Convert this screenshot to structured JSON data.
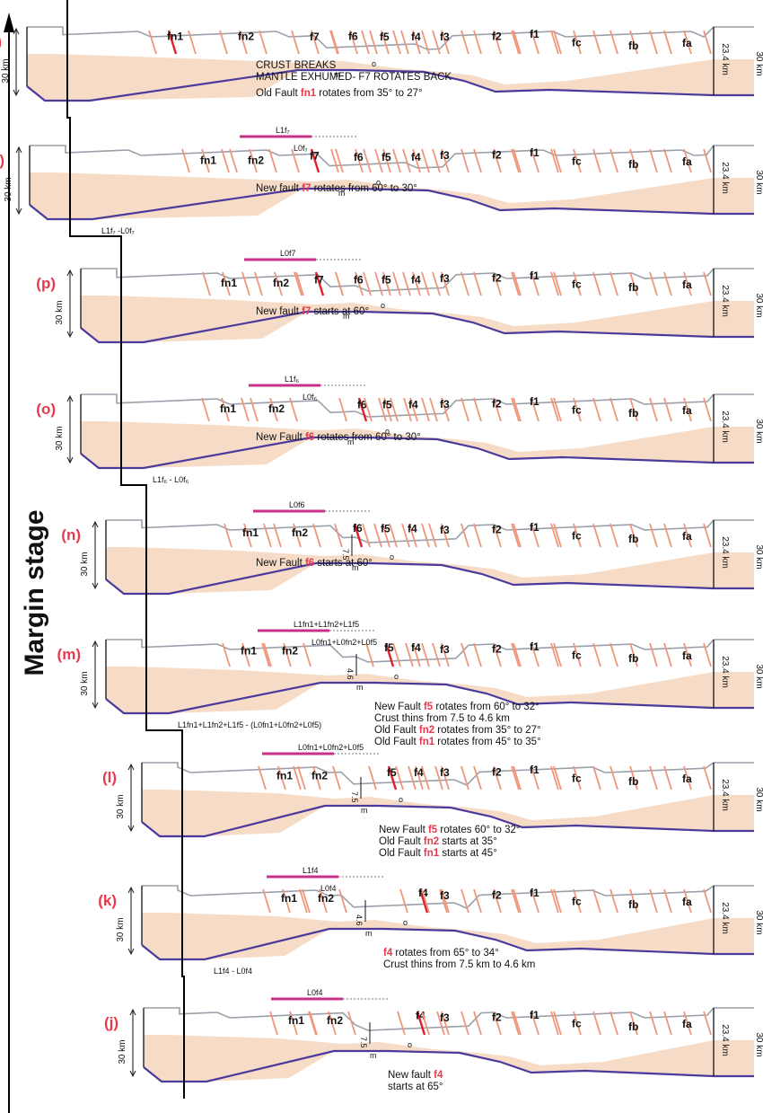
{
  "title": "Margin stage",
  "axis": {
    "left_thickness": "30 km",
    "right_thin": "23.4 km",
    "right_thick": "30 km"
  },
  "fault_names": [
    "fn1",
    "fn2",
    "f7",
    "f6",
    "f5",
    "f4",
    "f3",
    "f2",
    "f1",
    "fc",
    "fb",
    "fa"
  ],
  "common_labels": {
    "m": "m",
    "o": "o"
  },
  "panels": [
    {
      "id": "r",
      "label": "(r)",
      "notes": [
        "CRUST BREAKS",
        "MANTLE EXHUMED- F7 ROTATES BACK"
      ],
      "caption_parts": [
        "Old Fault ",
        "fn1",
        " rotates from 35° to 27°"
      ]
    },
    {
      "id": "q",
      "label": "(q)",
      "measure": "L1f₇",
      "measure2": "L0f₇",
      "bracket": "L1f₇ -L0f₇",
      "caption_parts": [
        "New fault ",
        "f7",
        " rotates from 60° to 30°"
      ]
    },
    {
      "id": "p",
      "label": "(p)",
      "measure": "L0f7",
      "caption_parts": [
        "New fault ",
        "f7",
        " starts at 60°"
      ]
    },
    {
      "id": "o",
      "label": "(o)",
      "measure": "L1f₆",
      "measure2": "L0f₆",
      "bracket": "L1f₆ - L0f₆",
      "caption_parts": [
        "New Fault ",
        "f6",
        " rotates from 60° to 30°"
      ]
    },
    {
      "id": "n",
      "label": "(n)",
      "measure": "L0f6",
      "thickness": "7.5",
      "caption_parts": [
        "New Fault ",
        "f6",
        " starts at 60°"
      ]
    },
    {
      "id": "m",
      "label": "(m)",
      "measure": "L1fn1+L1fn2+L1f5",
      "measure2": "L0fn1+L0fn2+L0f5",
      "thickness": "4.6",
      "bracket": "L1fn1+L1fn2+L1f5 - (L0fn1+L0fn2+L0f5)",
      "lines": [
        [
          "New Fault ",
          "f5",
          " rotates from 60° to 32°"
        ],
        [
          "Crust thins from 7.5 to 4.6 km"
        ],
        [
          "Old Fault ",
          "fn2",
          " rotates from 35° to 27°"
        ],
        [
          "Old Fault ",
          "fn1",
          " rotates from 45° to 35°"
        ]
      ]
    },
    {
      "id": "l",
      "label": "(l)",
      "measure": "L0fn1+L0fn2+L0f5",
      "thickness": "7.5",
      "lines": [
        [
          "New Fault ",
          "f5",
          " rotates 60° to 32°"
        ],
        [
          "Old Fault ",
          "fn2",
          " starts at 35°"
        ],
        [
          "Old Fault ",
          "fn1",
          " starts at 45°"
        ]
      ]
    },
    {
      "id": "k",
      "label": "(k)",
      "measure": "L1f4",
      "measure2": "L0f4",
      "thickness": "4.6",
      "bracket": "L1f4 - L0f4",
      "lines": [
        [
          "",
          "f4",
          " rotates from 65° to 34°"
        ],
        [
          "Crust thins from 7.5 km to 4.6 km"
        ]
      ]
    },
    {
      "id": "j",
      "label": "(j)",
      "measure": "L0f4",
      "thickness": "7.5",
      "lines": [
        [
          "New fault ",
          "f4"
        ],
        [
          "starts at 65°"
        ]
      ]
    }
  ],
  "colors": {
    "crust": "#f6dcc6",
    "moho": "#4b3a9c",
    "fault": "#f0957a",
    "active": "#e0202a",
    "surface": "#9aa0aa",
    "accent": "#e8394c",
    "measure": "#c8308a"
  }
}
